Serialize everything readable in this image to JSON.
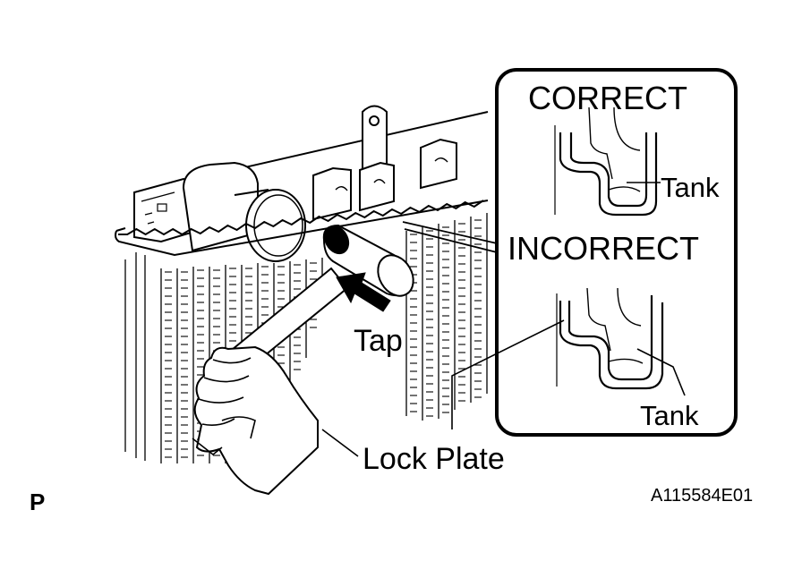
{
  "labels": {
    "correct": "CORRECT",
    "incorrect": "INCORRECT",
    "tank_correct": "Tank",
    "tank_incorrect": "Tank",
    "tap": "Tap",
    "lock_plate": "Lock Plate",
    "view_letter": "P",
    "figure_code": "A115584E01"
  },
  "colors": {
    "line": "#000000",
    "background": "#ffffff"
  }
}
